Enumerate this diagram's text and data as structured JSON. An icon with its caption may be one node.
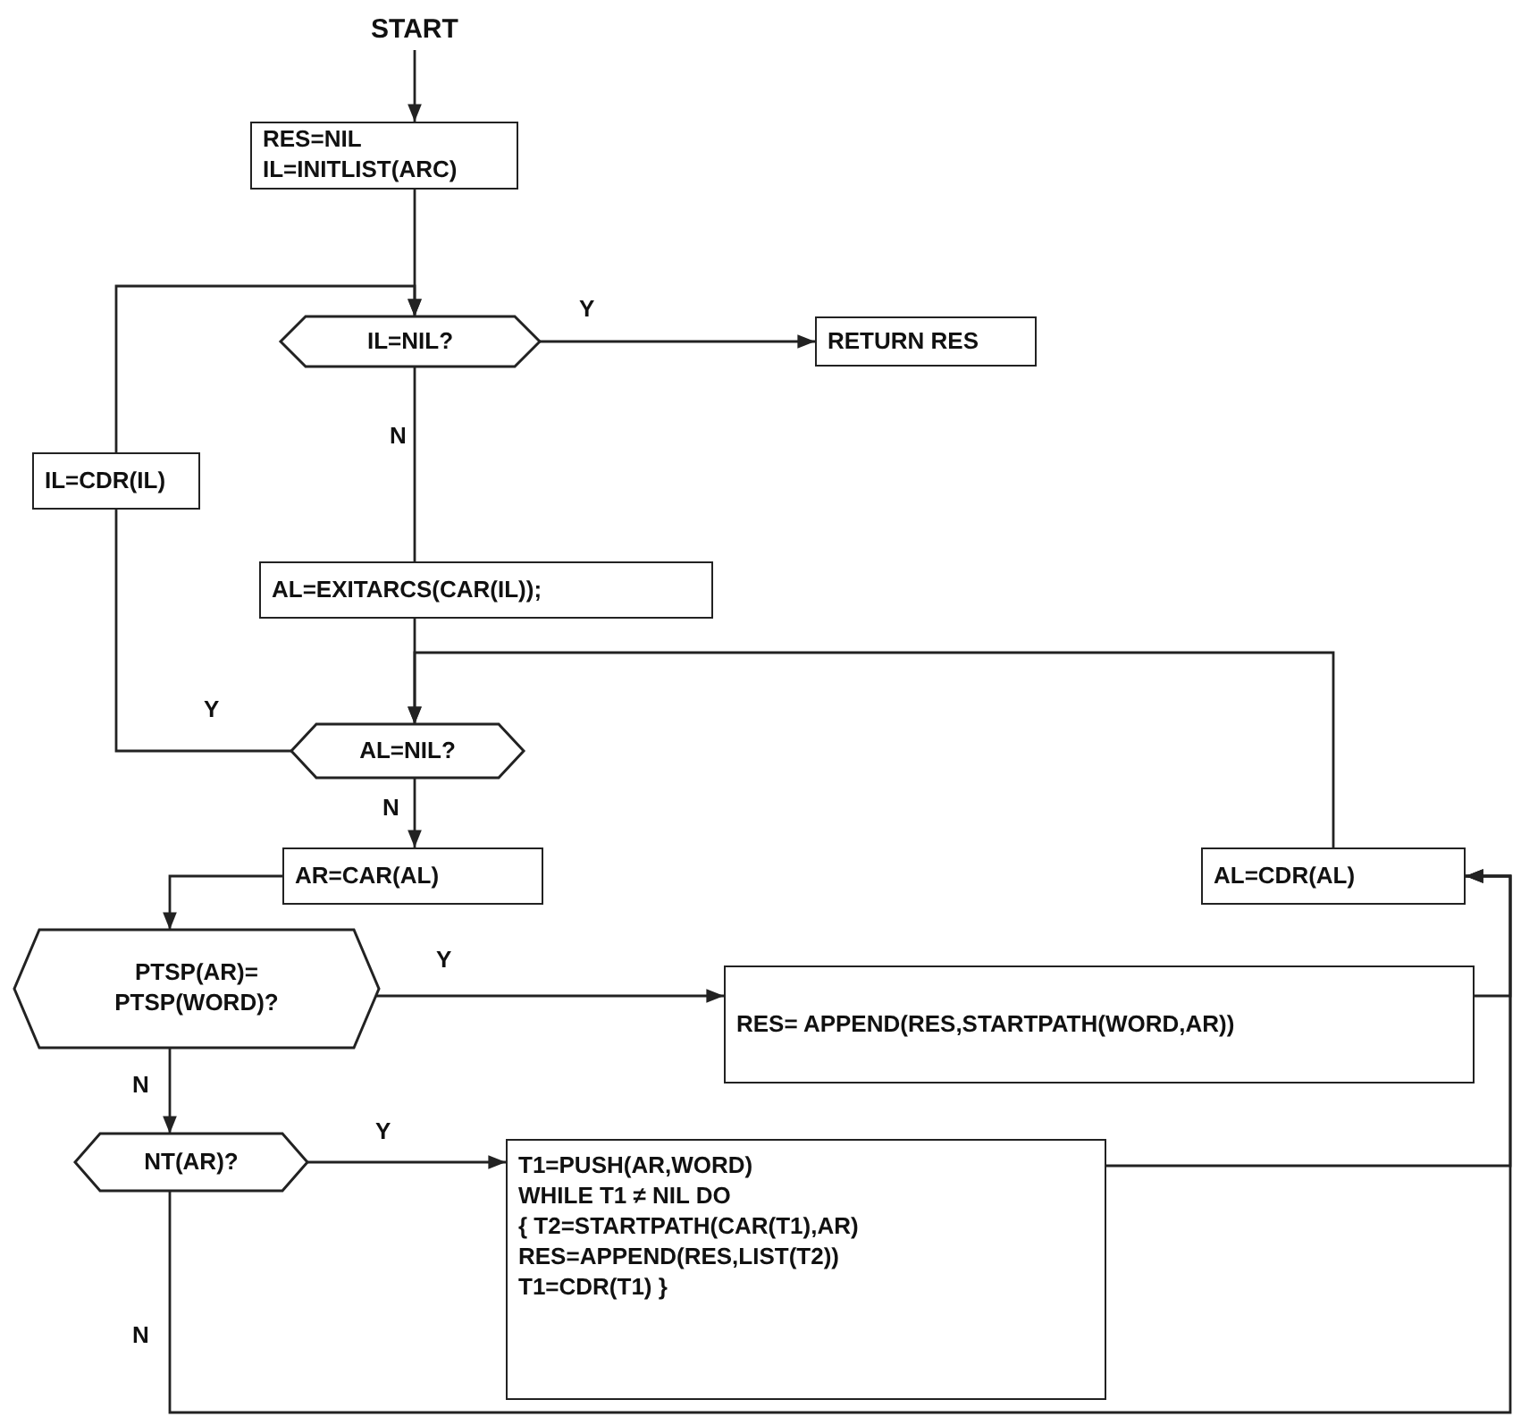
{
  "diagram": {
    "nodes": [
      {
        "text": [
          "START"
        ]
      },
      {
        "text": [
          "RES=NIL",
          "IL=INITLIST(ARC)"
        ]
      },
      {
        "text": [
          "IL=NIL?"
        ]
      },
      {
        "text": [
          "RETURN RES"
        ]
      },
      {
        "text": [
          "IL=CDR(IL)"
        ]
      },
      {
        "text": [
          "AL=EXITARCS(CAR(IL));"
        ]
      },
      {
        "text": [
          "AL=NIL?"
        ]
      },
      {
        "text": [
          "AR=CAR(AL)"
        ]
      },
      {
        "text": [
          "PTSP(AR)= PTSP(WORD)?"
        ]
      },
      {
        "text": [
          "RES= APPEND(RES,STARTPATH(WORD,AR))"
        ]
      },
      {
        "text": [
          "NT(AR)?"
        ]
      },
      {
        "text": [
          "T1=PUSH(AR,WORD)",
          "WHILE T1 ≠ NIL DO",
          "{ T2=STARTPATH(CAR(T1),AR)",
          "RES=APPEND(RES,LIST(T2))",
          "T1=CDR(T1) }"
        ]
      },
      {
        "text": [
          "AL=CDR(AL)"
        ]
      }
    ],
    "edges": [
      {
        "from": 0,
        "to": 1,
        "arrow": "to"
      },
      {
        "from": 1,
        "to": 2,
        "arrow": "to"
      },
      {
        "from": 4,
        "to": 2,
        "arrow": "to"
      },
      {
        "from": 2,
        "to": 3,
        "arrow": "to",
        "label": "Y"
      },
      {
        "from": 2,
        "to": 5,
        "arrow": "none",
        "label": "N"
      },
      {
        "from": 5,
        "to": 6,
        "arrow": "to"
      },
      {
        "from": 6,
        "to": 4,
        "arrow": "none",
        "label": "Y"
      },
      {
        "from": 6,
        "to": 7,
        "arrow": "to",
        "label": "N"
      },
      {
        "from": 7,
        "to": 8,
        "arrow": "to"
      },
      {
        "from": 8,
        "to": 9,
        "arrow": "to",
        "label": "Y"
      },
      {
        "from": 8,
        "to": 10,
        "arrow": "to",
        "label": "N"
      },
      {
        "from": 10,
        "to": 11,
        "arrow": "to",
        "label": "Y"
      },
      {
        "from": 9,
        "to": 12,
        "arrow": "to"
      },
      {
        "from": 11,
        "to": 12,
        "arrow": "to"
      },
      {
        "from": 10,
        "to": 12,
        "arrow": "to",
        "label": "N"
      },
      {
        "from": 12,
        "to": 6,
        "arrow": "to"
      }
    ]
  }
}
